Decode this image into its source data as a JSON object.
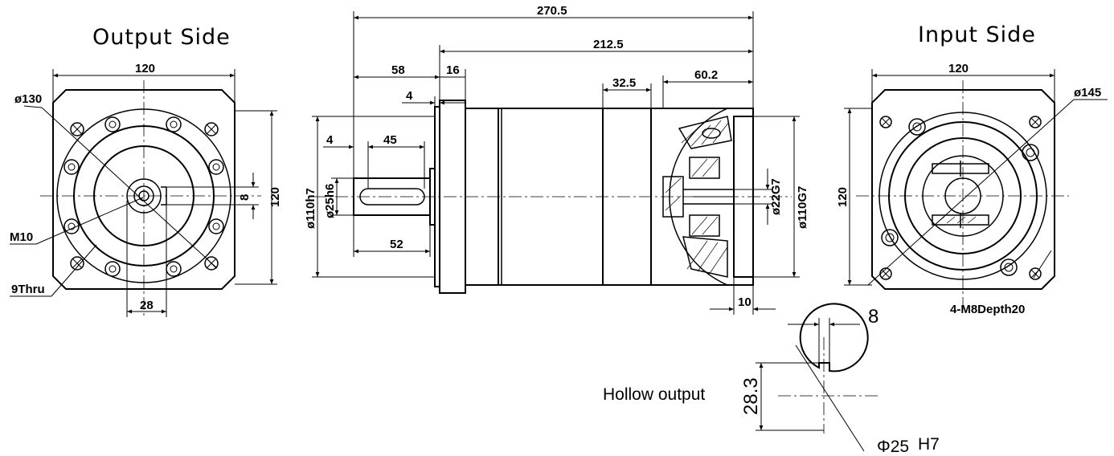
{
  "titles": {
    "output_side": "Output Side",
    "input_side": "Input Side"
  },
  "output_view": {
    "width": "120",
    "height": "120",
    "bolt_circle": "ø130",
    "thread": "M10",
    "through_hole": "9Thru",
    "key_width": "8",
    "key_offset": "28"
  },
  "side_view": {
    "overall_length": "270.5",
    "body_length": "212.5",
    "shaft_length": "58",
    "flange_thickness": "16",
    "pilot_length": "4",
    "key_start": "4",
    "key_length": "45",
    "shaft_usable": "52",
    "input_section": "32.5",
    "input_length": "60.2",
    "spacer": "10",
    "pilot_diameter": "ø110h7",
    "shaft_diameter": "ø25h6",
    "input_bore": "ø22G7",
    "input_pilot": "ø110G7"
  },
  "input_view": {
    "width": "120",
    "height": "120",
    "bolt_circle": "ø145",
    "mount_holes": "4-M8Depth20"
  },
  "hollow_output": {
    "label": "Hollow output",
    "key_width": "8",
    "key_depth": "28.3",
    "bore": "Φ25",
    "tolerance": "H7"
  }
}
